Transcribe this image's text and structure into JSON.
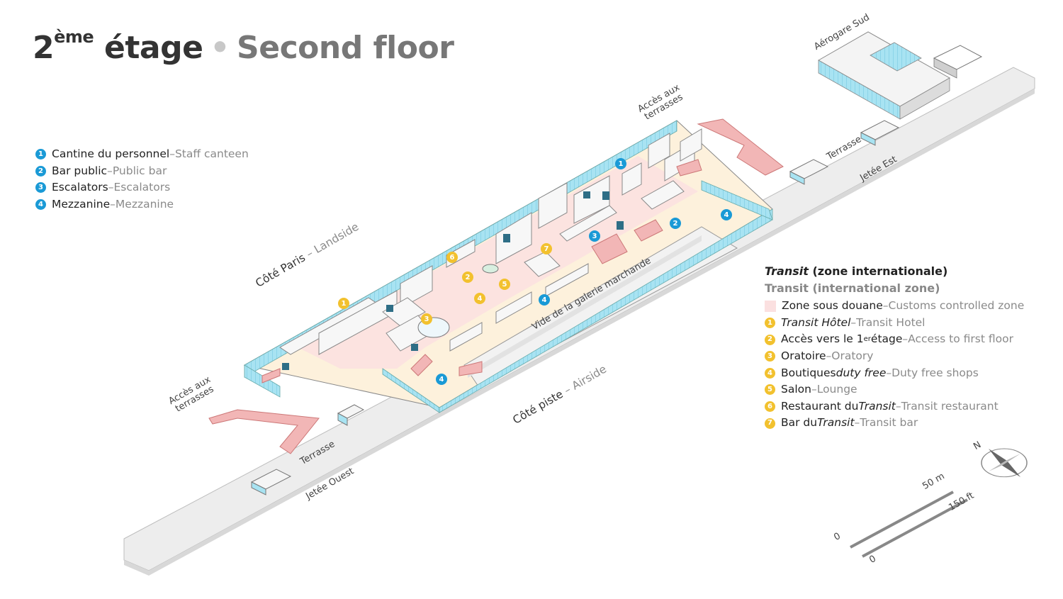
{
  "title": {
    "floor_fr_num": "2",
    "floor_fr_sup": "ème",
    "floor_fr_word": "étage",
    "separator": "•",
    "floor_en": "Second floor"
  },
  "legend_left": [
    {
      "num": "1",
      "fr": "Cantine du personnel",
      "dash": " – ",
      "en": "Staff canteen"
    },
    {
      "num": "2",
      "fr": "Bar public",
      "dash": " – ",
      "en": "Public bar"
    },
    {
      "num": "3",
      "fr": "Escalators",
      "dash": " – ",
      "en": "Escalators"
    },
    {
      "num": "4",
      "fr": "Mezzanine",
      "dash": " – ",
      "en": "Mezzanine"
    }
  ],
  "legend_right": {
    "header_fr_italic": "Transit",
    "header_fr_rest": " (zone internationale)",
    "header_en": "Transit (international zone)",
    "zone_fr": "Zone sous douane",
    "zone_dash": " – ",
    "zone_en": "Customs controlled zone",
    "items": [
      {
        "num": "1",
        "fr_a": "",
        "fr_i": "Transit Hôtel",
        "fr_b": "",
        "dash": " – ",
        "en": "Transit Hotel"
      },
      {
        "num": "2",
        "fr_a": "Accès vers le 1",
        "fr_sup": "er",
        "fr_b": " étage",
        "dash": " – ",
        "en": "Access to first floor"
      },
      {
        "num": "3",
        "fr_a": "Oratoire",
        "fr_i": "",
        "fr_b": "",
        "dash": " – ",
        "en": "Oratory"
      },
      {
        "num": "4",
        "fr_a": "Boutiques ",
        "fr_i": "duty free",
        "fr_b": "",
        "dash": " – ",
        "en": "Duty free shops"
      },
      {
        "num": "5",
        "fr_a": "Salon",
        "fr_i": "",
        "fr_b": "",
        "dash": " – ",
        "en": "Lounge"
      },
      {
        "num": "6",
        "fr_a": "Restaurant du ",
        "fr_i": "Transit",
        "fr_b": "",
        "dash": " – ",
        "en": "Transit restaurant"
      },
      {
        "num": "7",
        "fr_a": "Bar du ",
        "fr_i": "Transit",
        "fr_b": "",
        "dash": " – ",
        "en": "Transit bar"
      }
    ]
  },
  "map_labels": {
    "aerogare_sud": "Aérogare Sud",
    "acces_terrasses_top_1": "Accès aux",
    "acces_terrasses_top_2": "terrasses",
    "acces_terrasses_left_1": "Accès aux",
    "acces_terrasses_left_2": "terrasses",
    "terrasse_east": "Terrasse",
    "jetee_est": "Jetée Est",
    "terrasse_west": "Terrasse",
    "jetee_ouest": "Jetée Ouest",
    "cote_paris_fr": "Côté Paris",
    "cote_paris_dash": " – ",
    "cote_paris_en": "Landside",
    "cote_piste_fr": "Côté piste",
    "cote_piste_dash": " – ",
    "cote_piste_en": "Airside",
    "vide_galerie": "Vide de la galerie marchande"
  },
  "scale": {
    "zero_a": "0",
    "zero_b": "0",
    "meters": "50 m",
    "feet": "150 ft"
  },
  "compass": {
    "north": "N"
  },
  "colors": {
    "blue": "#1a9ad6",
    "yellow": "#f2c12e",
    "pink": "#fbe0e0",
    "glass": "#9fe0ef",
    "floor": "#fdf1dc"
  },
  "map_markers": [
    {
      "num": "1",
      "color": "blue"
    },
    {
      "num": "2",
      "color": "blue"
    },
    {
      "num": "3",
      "color": "blue"
    },
    {
      "num": "4",
      "color": "blue"
    },
    {
      "num": "4",
      "color": "blue"
    },
    {
      "num": "4",
      "color": "blue"
    },
    {
      "num": "1",
      "color": "yellow"
    },
    {
      "num": "2",
      "color": "yellow"
    },
    {
      "num": "3",
      "color": "yellow"
    },
    {
      "num": "4",
      "color": "yellow"
    },
    {
      "num": "5",
      "color": "yellow"
    },
    {
      "num": "6",
      "color": "yellow"
    },
    {
      "num": "7",
      "color": "yellow"
    }
  ]
}
